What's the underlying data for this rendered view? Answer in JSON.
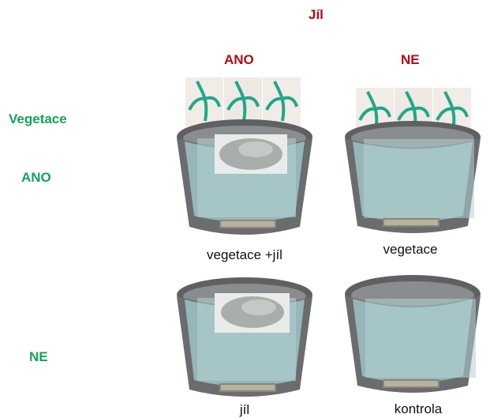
{
  "header": {
    "title": "Jíl",
    "col_yes": "ANO",
    "col_no": "NE"
  },
  "rows": {
    "vegetation_label": "Vegetace",
    "row_yes": "ANO",
    "row_no": "NE"
  },
  "buckets": [
    {
      "caption": "vegetace +jíl",
      "vegetation": true,
      "clay": true
    },
    {
      "caption": "vegetace",
      "vegetation": true,
      "clay": false
    },
    {
      "caption": "jíl",
      "vegetation": false,
      "clay": true
    },
    {
      "caption": "kontrola",
      "vegetation": false,
      "clay": false
    }
  ],
  "colors": {
    "header_red": "#b00d16",
    "label_green": "#13a35a",
    "bucket_gray": "#6b6c6e",
    "water": "#9ec3c7",
    "plant": "#1fa88a"
  }
}
